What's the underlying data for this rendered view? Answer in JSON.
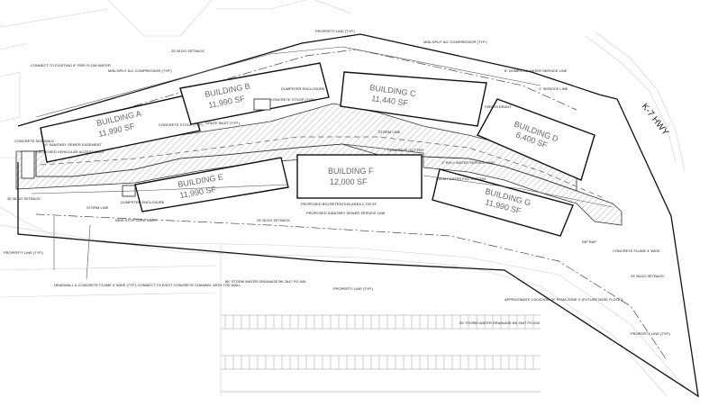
{
  "buildings": [
    {
      "name": "BUILDING A",
      "area": "11,990 SF"
    },
    {
      "name": "BUILDING B",
      "area": "11,990 SF"
    },
    {
      "name": "BUILDING C",
      "area": "11,440 SF"
    },
    {
      "name": "BUILDING D",
      "area": "6,400 SF"
    },
    {
      "name": "BUILDING E",
      "area": "11,990 SF"
    },
    {
      "name": "BUILDING F",
      "area": "12,000 SF"
    },
    {
      "name": "BUILDING G",
      "area": "11,990 SF"
    }
  ],
  "highway": "K-7 HWY",
  "notes": {
    "property_line_top": "PROPERTY LINE (TYP.)",
    "building_setback_top": "25' BLDG SETBACK",
    "connect_existing_fire": "CONNECT TO EXISTING 8\" FIRE FLOW WATER",
    "mini_split": "MINI-SPLIT A/C COMPRESSOR (TYP.)",
    "concrete_stoop_a": "CONCRETE STOOP (TYP.)",
    "dumpster_top": "DUMPSTER ENCLOSURE",
    "concrete_stoop_b": "CONCRETE STOOP (TYP.)",
    "concrete_sidewalk": "CONCRETE SIDEWALK",
    "sewer_easement": "10' SANITARY SEWER EASEMENT",
    "vehicular_gate": "PROPOSED VEHICULAR ACCESS GATE",
    "grate_inlet": "GRATE INLET (TYP.)",
    "storm_line_mid": "STORM LINE",
    "water_service": "6\" DOMESTIC WATER SERVICE LINE",
    "fire_hydrant": "FIRE HYDRANT",
    "poly_water": "1\" POLY WATER SERVICE LINE",
    "finish_water": "FINISH WATER FILL STATION",
    "concrete_gutter": "CONCRETE GUTTER",
    "service_line": "1\" SERVICE LINE",
    "setback_left": "30' BLDG SETBACK",
    "storm_line_left": "STORM LINE",
    "new_curb_inlet": "NEW STOP CURB INLET",
    "dumpster_low": "DUMPSTER ENCLOSURE",
    "bioretention": "PROPOSED BIO-RETENTION AREA 1,730 SF",
    "sanitary_service": "PROPOSED SANITARY SEWER SERVICE LINE",
    "setback_mid": "25' BLDG SETBACK",
    "rip_rap": "RIP RAP",
    "concrete_flume": "CONCRETE FLUME 4' WIDE",
    "property_line_left": "PROPERTY LINE (TYP.)",
    "headwall": "HEADWALL & CONCRETE FLUME 4' WIDE (TYP.) CONNECT TO EXIST CONCRETE CHANNEL WITH TOE WALL",
    "drainage_1": "8K' STORM WATER DRAINAGE BK 2647 PG 545",
    "property_line_mid": "PROPERTY LINE (TYP.)",
    "floodplain": "APPROXIMATE LOCATION OF FEMA ZONE X (FUTURE BASE FLOOD)",
    "drainage_2": "25' STORM WATER DRAINAGE BK 2647 PG 549",
    "setback_right": "25' BLDG SETBACK",
    "property_line_right": "PROPERTY LINE (TYP.)",
    "property_line_far_left": "PROPERTY LINE (TYP.)"
  },
  "palette": {
    "line": "#1a1a1a",
    "light": "#9a9a9a",
    "hatch": "#bdbdbd",
    "text": "#222222"
  }
}
